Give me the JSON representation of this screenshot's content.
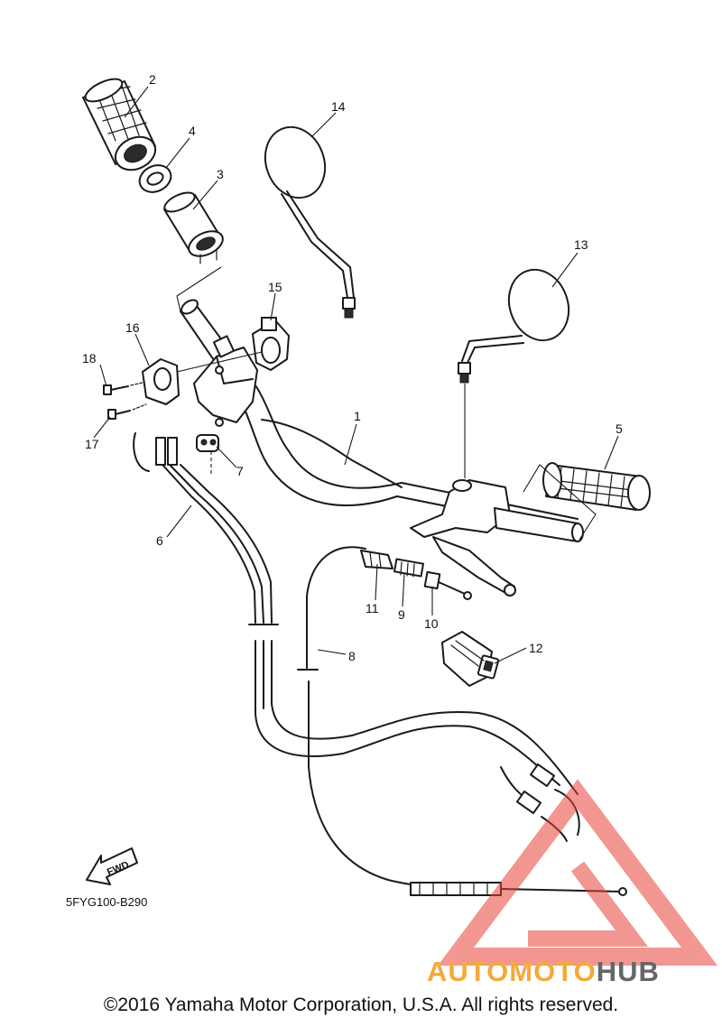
{
  "diagram_code": "5FYG100-B290",
  "fwd_label": "FWD",
  "copyright": "©2016 Yamaha Motor Corporation, U.S.A. All rights reserved.",
  "watermark": {
    "part_a": "AUTOMOTO",
    "part_b": "HUB",
    "color_a": "#f5a93a",
    "color_b": "#666666",
    "logo_color": "#e8413a"
  },
  "callouts": [
    {
      "number": "1"
    },
    {
      "number": "2"
    },
    {
      "number": "3"
    },
    {
      "number": "4"
    },
    {
      "number": "5"
    },
    {
      "number": "6"
    },
    {
      "number": "7"
    },
    {
      "number": "8"
    },
    {
      "number": "9"
    },
    {
      "number": "10"
    },
    {
      "number": "11"
    },
    {
      "number": "12"
    },
    {
      "number": "13"
    },
    {
      "number": "14"
    },
    {
      "number": "15"
    },
    {
      "number": "16"
    },
    {
      "number": "17"
    },
    {
      "number": "18"
    }
  ]
}
